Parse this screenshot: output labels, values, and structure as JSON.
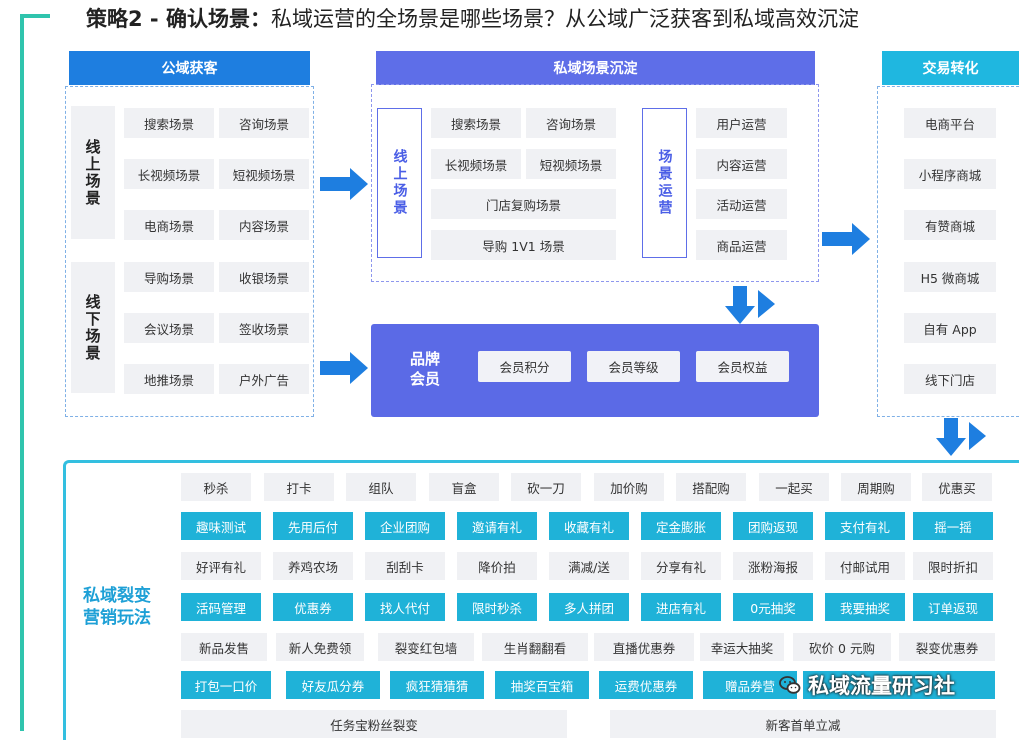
{
  "title": {
    "bold": "策略2 - 确认场景：",
    "normal": "私域运营的全场景是哪些场景？从公域广泛获客到私域高效沉淀"
  },
  "public": {
    "header": "公域获客",
    "online_label": "线上场景",
    "offline_label": "线下场景",
    "online_items": [
      "搜索场景",
      "咨询场景",
      "长视频场景",
      "短视频场景",
      "电商场景",
      "内容场景"
    ],
    "offline_items": [
      "导购场景",
      "收银场景",
      "会议场景",
      "签收场景",
      "地推场景",
      "户外广告"
    ]
  },
  "private": {
    "header": "私域场景沉淀",
    "online_label": "线上场景",
    "ops_label": "场景运营",
    "scene_items": [
      "搜索场景",
      "咨询场景",
      "长视频场景",
      "短视频场景",
      "门店复购场景",
      "导购 1V1 场景"
    ],
    "ops_items": [
      "用户运营",
      "内容运营",
      "活动运营",
      "商品运营"
    ]
  },
  "member": {
    "title": "品牌会员",
    "items": [
      "会员积分",
      "会员等级",
      "会员权益"
    ]
  },
  "trade": {
    "header": "交易转化",
    "items": [
      "电商平台",
      "小程序商城",
      "有赞商城",
      "H5 微商城",
      "自有 App",
      "线下门店"
    ]
  },
  "fission": {
    "label": "私域裂变营销玩法",
    "row1": [
      "秒杀",
      "打卡",
      "组队",
      "盲盒",
      "砍一刀",
      "加价购",
      "搭配购",
      "一起买",
      "周期购",
      "优惠买"
    ],
    "row2": [
      "趣味测试",
      "先用后付",
      "企业团购",
      "邀请有礼",
      "收藏有礼",
      "定金膨胀",
      "团购返现",
      "支付有礼",
      "摇一摇"
    ],
    "row3": [
      "好评有礼",
      "养鸡农场",
      "刮刮卡",
      "降价拍",
      "满减/送",
      "分享有礼",
      "涨粉海报",
      "付邮试用",
      "限时折扣"
    ],
    "row4": [
      "活码管理",
      "优惠券",
      "找人代付",
      "限时秒杀",
      "多人拼团",
      "进店有礼",
      "0元抽奖",
      "我要抽奖",
      "订单返现"
    ],
    "row5": [
      "新品发售",
      "新人免费领",
      "裂变红包墙",
      "生肖翻翻看",
      "直播优惠券",
      "幸运大抽奖",
      "砍价 0 元购",
      "裂变优惠券"
    ],
    "row6": [
      "打包一口价",
      "好友瓜分券",
      "疯狂猜猜猜",
      "抽奖百宝箱",
      "运费优惠券",
      "赠品券营"
    ],
    "row7": [
      "任务宝粉丝裂变",
      "新客首单立减"
    ]
  },
  "watermark": "私域流量研习社",
  "colors": {
    "teal": "#2fc4ad",
    "blue": "#1e7ee0",
    "purple": "#5e6ee8",
    "cyan": "#1fb7e0",
    "arrow": "#1e7ee0"
  }
}
